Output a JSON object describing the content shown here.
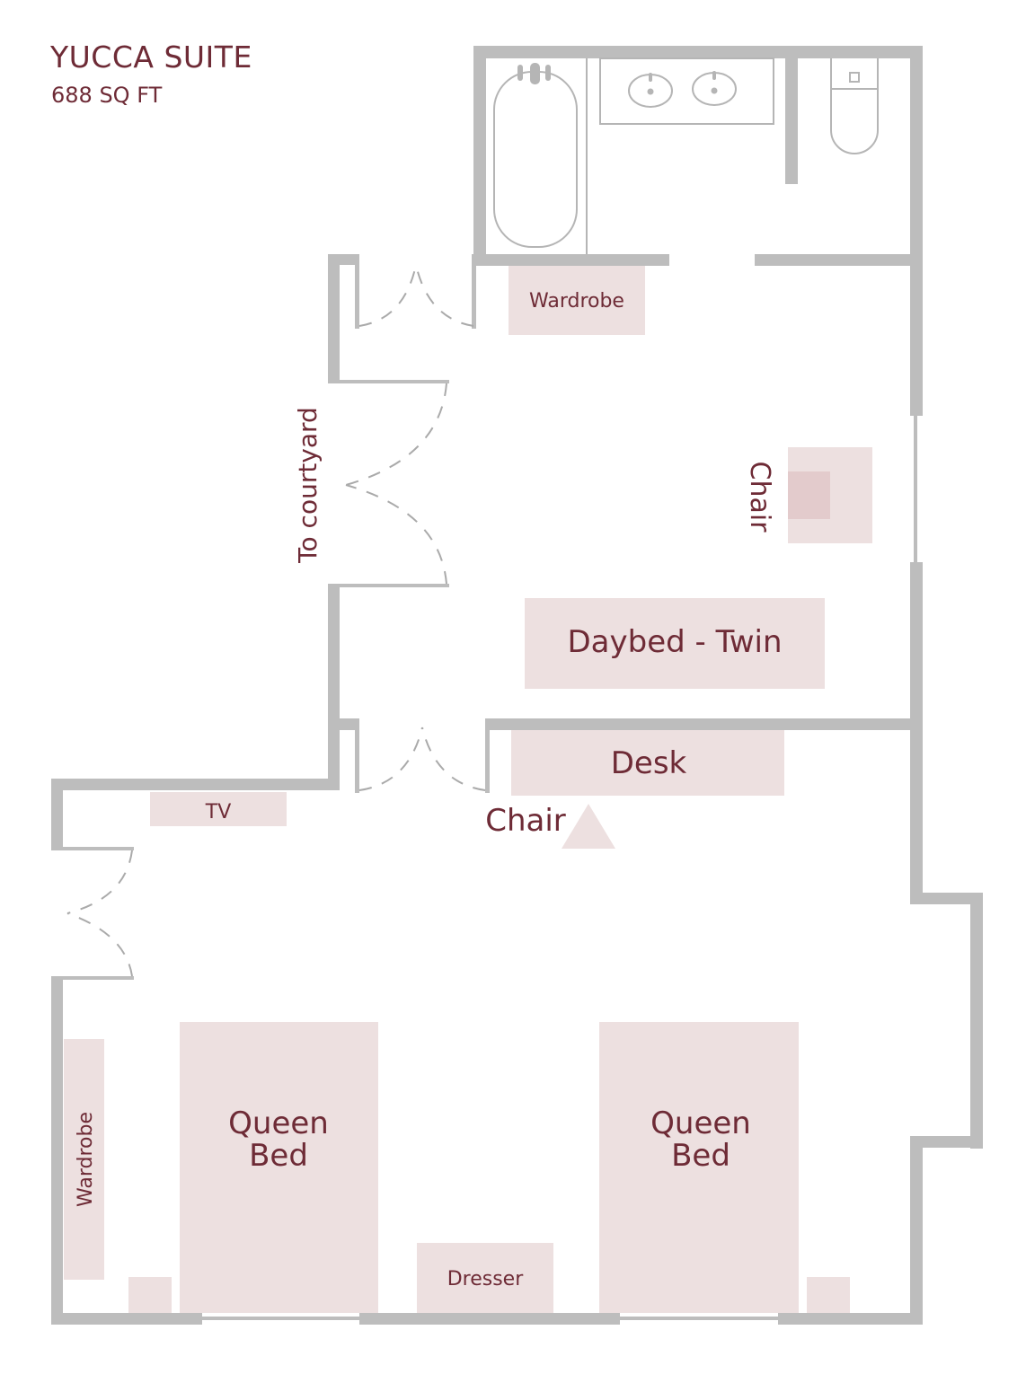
{
  "header": {
    "title": "YUCCA SUITE",
    "area": "688 SQ FT"
  },
  "colors": {
    "wall": "#bdbdbd",
    "furniture": "#ede0e0",
    "furniture_accent": "#e3cbcc",
    "label": "#6e2b36"
  },
  "labels": {
    "wardrobe_top": "Wardrobe",
    "to_courtyard": "To courtyard",
    "chair_side": "Chair",
    "daybed": "Daybed - Twin",
    "desk": "Desk",
    "chair_desk": "Chair",
    "tv": "TV",
    "wardrobe_left": "Wardrobe",
    "queen_bed_1_line1": "Queen",
    "queen_bed_1_line2": "Bed",
    "queen_bed_2_line1": "Queen",
    "queen_bed_2_line2": "Bed",
    "dresser": "Dresser"
  }
}
